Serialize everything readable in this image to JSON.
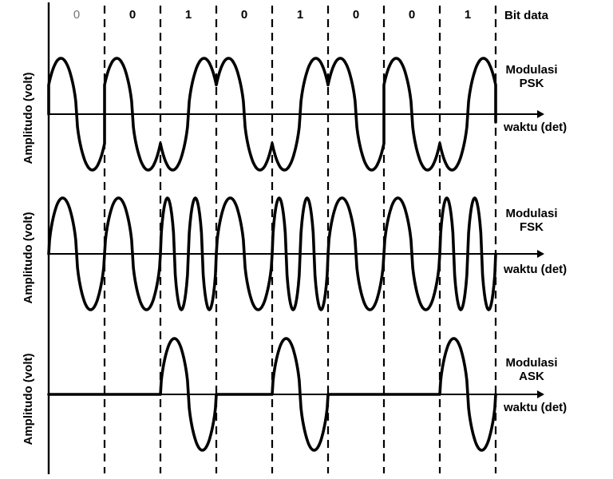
{
  "figure": {
    "bit_row_label": "Bit data",
    "bits": [
      "0",
      "0",
      "1",
      "0",
      "1",
      "0",
      "0",
      "1"
    ],
    "first_bit_muted": true
  },
  "rows": [
    {
      "scheme": "PSK",
      "label_line1": "Modulasi",
      "label_line2": "PSK",
      "x_label": "waktu (det)",
      "y_label": "Amplitudo (volt)"
    },
    {
      "scheme": "FSK",
      "label_line1": "Modulasi",
      "label_line2": "FSK",
      "x_label": "waktu (det)",
      "y_label": "Amplitudo (volt)"
    },
    {
      "scheme": "ASK",
      "label_line1": "Modulasi",
      "label_line2": "ASK",
      "x_label": "waktu (det)",
      "y_label": "Amplitudo (volt)"
    }
  ],
  "colors": {
    "ink": "#000000",
    "muted_bit": "#757575",
    "background": "#ffffff"
  },
  "chart_data": {
    "type": "line",
    "title": "",
    "bits": [
      0,
      0,
      1,
      0,
      1,
      0,
      0,
      1
    ],
    "bit_count": 8,
    "xlabel": "waktu (det)",
    "ylabel": "Amplitudo (volt)",
    "amplitude": 1,
    "grid": "dashed vertical lines at every bit boundary",
    "panels": [
      {
        "name": "Modulasi PSK",
        "scheme": "PSK",
        "cycles_per_bit": 1,
        "phase_bit0_deg": 0,
        "phase_bit1_deg": 180,
        "note": "phase reverses at each bit change producing cusp at boundary"
      },
      {
        "name": "Modulasi FSK",
        "scheme": "FSK",
        "cycles_bit0": 1,
        "cycles_bit1": 2,
        "note": "higher frequency during 1 bits"
      },
      {
        "name": "Modulasi ASK",
        "scheme": "ASK",
        "amplitude_bit0": 0,
        "amplitude_bit1": 1,
        "cycles_per_bit": 1,
        "note": "carrier on for 1, flat line for 0"
      }
    ]
  }
}
